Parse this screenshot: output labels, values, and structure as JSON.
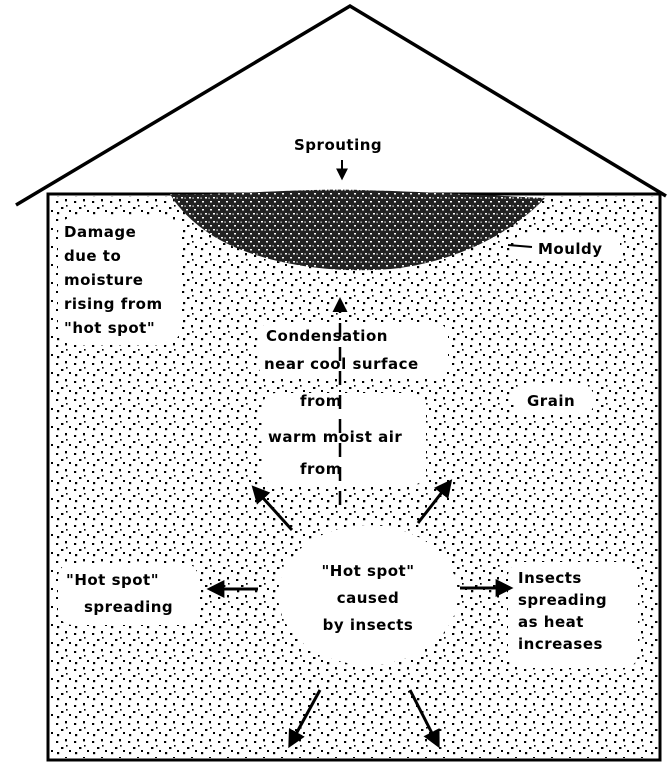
{
  "diagram": {
    "colors": {
      "ink": "#000000",
      "paper": "#ffffff"
    },
    "labels": {
      "sprouting": "Sprouting",
      "mouldy": "Mouldy",
      "damage": [
        "Damage",
        "due to",
        "moisture",
        "rising from",
        "\"hot spot\""
      ],
      "condensation": [
        "Condensation",
        "near cool surface"
      ],
      "from_top": "from",
      "warm_moist_air": "warm moist air",
      "from_bottom": "from",
      "grain": "Grain",
      "hot_spot": [
        "\"Hot spot\"",
        "caused",
        "by insects"
      ],
      "hot_spot_spreading": [
        "\"Hot spot\"",
        "spreading"
      ],
      "insects_spreading": [
        "Insects",
        "spreading",
        "as heat",
        "increases"
      ]
    }
  }
}
